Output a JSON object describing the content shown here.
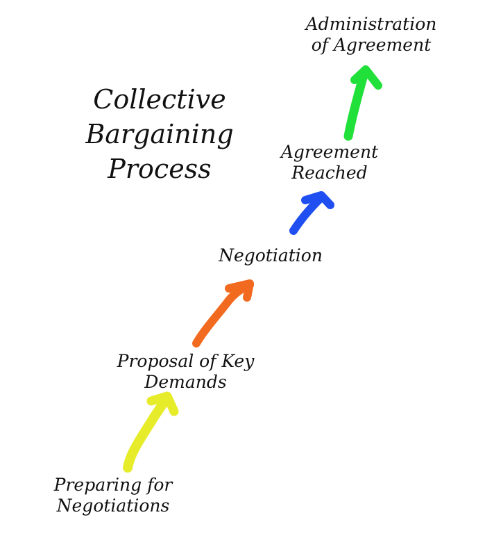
{
  "title": {
    "line1": "Collective",
    "line2": "Bargaining",
    "line3": "Process"
  },
  "steps": [
    {
      "line1": "Preparing for",
      "line2": "Negotiations",
      "arrow_color": "#e6ec2a"
    },
    {
      "line1": "Proposal of Key",
      "line2": "Demands",
      "arrow_color": "#f26a1f"
    },
    {
      "line1": "Negotiation",
      "line2": "",
      "arrow_color": "#1f4ff0"
    },
    {
      "line1": "Agreement",
      "line2": "Reached",
      "arrow_color": "#22e03a"
    },
    {
      "line1": "Administration",
      "line2": "of Agreement",
      "arrow_color": null
    }
  ],
  "arrows": [
    {
      "from": "Preparing for Negotiations",
      "to": "Proposal of Key Demands",
      "color": "#e6ec2a",
      "icon": "arrow-up-right-icon"
    },
    {
      "from": "Proposal of Key Demands",
      "to": "Negotiation",
      "color": "#f26a1f",
      "icon": "arrow-up-right-icon"
    },
    {
      "from": "Negotiation",
      "to": "Agreement Reached",
      "color": "#1f4ff0",
      "icon": "arrow-up-right-icon"
    },
    {
      "from": "Agreement Reached",
      "to": "Administration of Agreement",
      "color": "#22e03a",
      "icon": "arrow-up-icon"
    }
  ]
}
